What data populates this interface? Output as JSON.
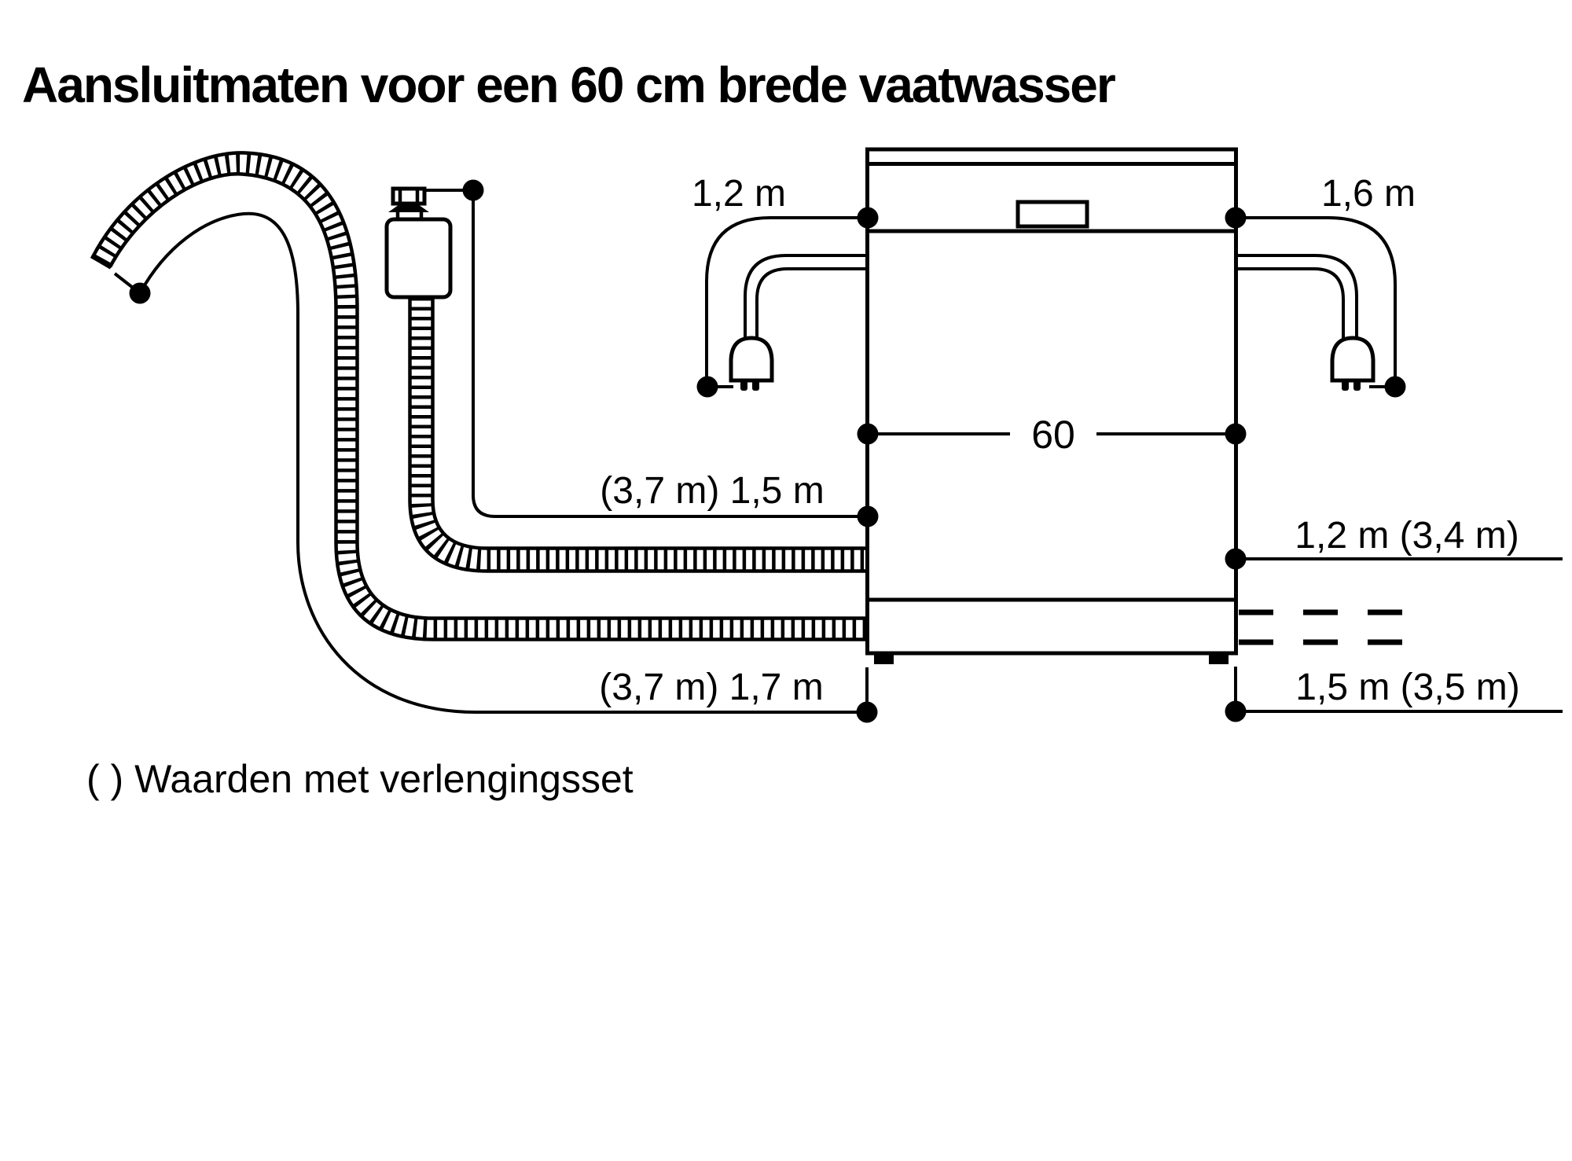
{
  "title": "Aansluitmaten voor een 60 cm brede vaatwasser",
  "legend_note": "( ) Waarden met verlengingsset",
  "colors": {
    "ink": "#000000",
    "background": "#ffffff"
  },
  "measurements": {
    "left_power_cord": "1,2 m",
    "right_power_cord": "1,6 m",
    "dishwasher_width_cm": "60",
    "inlet_hose": "(3,7 m) 1,5 m",
    "drain_hose": "(3,7 m) 1,7 m",
    "right_upper_connection": "1,2 m (3,4 m)",
    "right_lower_connection": "1,5 m (3,5 m)"
  }
}
